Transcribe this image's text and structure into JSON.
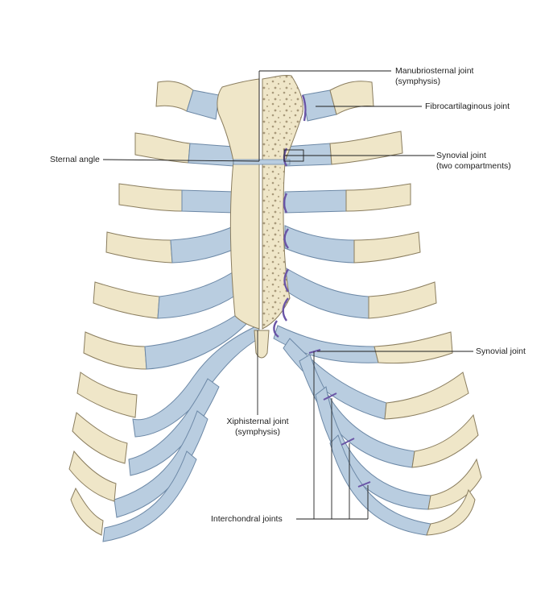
{
  "colors": {
    "bone": "#efe6c8",
    "bone_outline": "#8a7d5e",
    "cartilage": "#b9cde0",
    "cartilage_outline": "#6c88a6",
    "joint": "#6a55a6",
    "line": "#1e1e1e",
    "background": "#ffffff"
  },
  "labels": {
    "manubriosternal": {
      "line1": "Manubriosternal joint",
      "line2": "(symphysis)"
    },
    "fibrocartilaginous": {
      "line1": "Fibrocartilaginous joint"
    },
    "synovial_two": {
      "line1": "Synovial joint",
      "line2": "(two compartments)"
    },
    "sternal_angle": {
      "line1": "Sternal angle"
    },
    "synovial": {
      "line1": "Synovial joint"
    },
    "xiphisternal": {
      "line1": "Xiphisternal joint",
      "line2": "(symphysis)"
    },
    "interchondral": {
      "line1": "Interchondral joints"
    }
  }
}
